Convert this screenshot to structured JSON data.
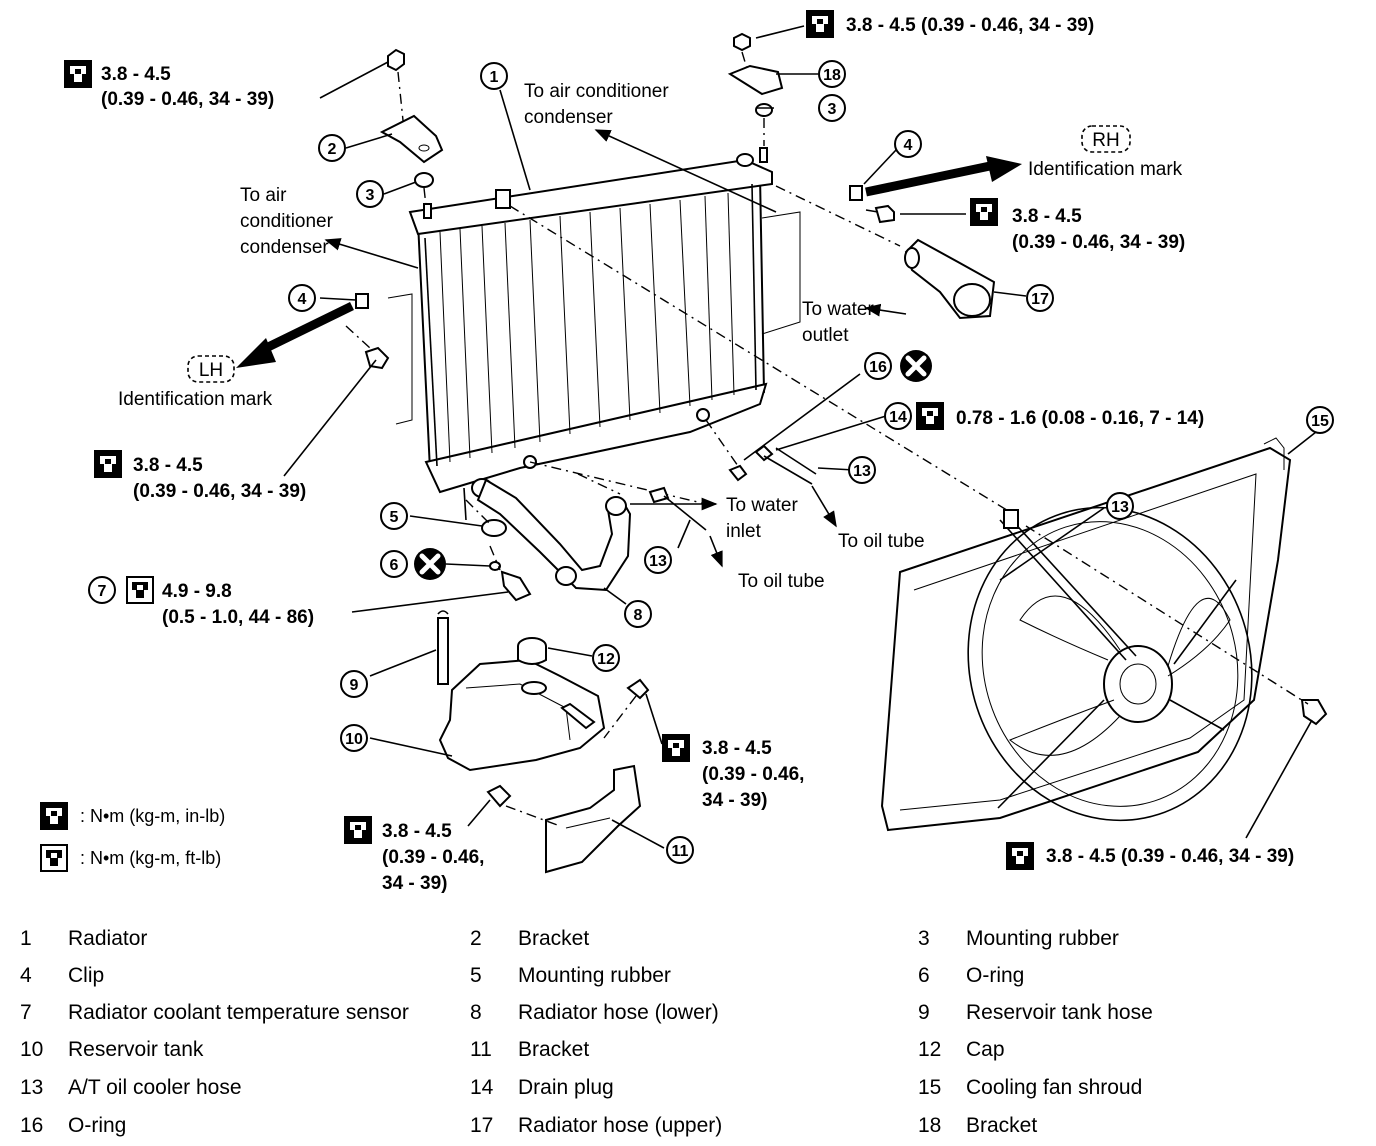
{
  "torque_labels": {
    "t_top_right": "3.8 - 4.5 (0.39 - 0.46, 34 - 39)",
    "t_top_left_1": "3.8 - 4.5",
    "t_top_left_2": "(0.39 - 0.46, 34 - 39)",
    "t_rh_1": "3.8 - 4.5",
    "t_rh_2": "(0.39 - 0.46, 34 - 39)",
    "t_left_mid_1": "3.8 - 4.5",
    "t_left_mid_2": "(0.39 - 0.46, 34 - 39)",
    "t_drain": "0.78 - 1.6 (0.08 - 0.16, 7 - 14)",
    "t_sensor_1": "4.9 - 9.8",
    "t_sensor_2": "(0.5 - 1.0, 44 - 86)",
    "t_tank_right_1": "3.8 - 4.5",
    "t_tank_right_2": "(0.39 - 0.46,",
    "t_tank_right_3": "34 - 39)",
    "t_bracket_1": "3.8 - 4.5",
    "t_bracket_2": "(0.39 - 0.46,",
    "t_bracket_3": "34 - 39)",
    "t_shroud": "3.8 - 4.5 (0.39 - 0.46, 34 - 39)"
  },
  "text_labels": {
    "ac_top_1": "To air conditioner",
    "ac_top_2": "condenser",
    "ac_left_1": "To air",
    "ac_left_2": "conditioner",
    "ac_left_3": "condenser",
    "rh_mark": "RH",
    "lh_mark": "LH",
    "id_mark_rh": "Identification mark",
    "id_mark_lh": "Identification mark",
    "water_outlet_1": "To water",
    "water_outlet_2": "outlet",
    "water_inlet_1": "To water",
    "water_inlet_2": "inlet",
    "oil_tube_a": "To oil tube",
    "oil_tube_b": "To oil tube"
  },
  "callouts": [
    "1",
    "2",
    "3",
    "3",
    "4",
    "4",
    "5",
    "6",
    "7",
    "8",
    "9",
    "10",
    "11",
    "12",
    "13",
    "13",
    "13",
    "14",
    "15",
    "16",
    "17",
    "18"
  ],
  "legend": {
    "unit_a": ": N•m  (kg-m,  in-lb)",
    "unit_b": ": N•m  (kg-m,  ft-lb)"
  },
  "parts_list": [
    {
      "num": "1",
      "name": "Radiator"
    },
    {
      "num": "2",
      "name": "Bracket"
    },
    {
      "num": "3",
      "name": "Mounting rubber"
    },
    {
      "num": "4",
      "name": "Clip"
    },
    {
      "num": "5",
      "name": "Mounting rubber"
    },
    {
      "num": "6",
      "name": "O-ring"
    },
    {
      "num": "7",
      "name": "Radiator coolant temperature sensor"
    },
    {
      "num": "8",
      "name": "Radiator hose (lower)"
    },
    {
      "num": "9",
      "name": "Reservoir tank hose"
    },
    {
      "num": "10",
      "name": "Reservoir tank"
    },
    {
      "num": "11",
      "name": "Bracket"
    },
    {
      "num": "12",
      "name": "Cap"
    },
    {
      "num": "13",
      "name": "A/T oil cooler hose"
    },
    {
      "num": "14",
      "name": "Drain plug"
    },
    {
      "num": "15",
      "name": "Cooling fan shroud"
    },
    {
      "num": "16",
      "name": "O-ring"
    },
    {
      "num": "17",
      "name": "Radiator hose (upper)"
    },
    {
      "num": "18",
      "name": "Bracket"
    }
  ]
}
